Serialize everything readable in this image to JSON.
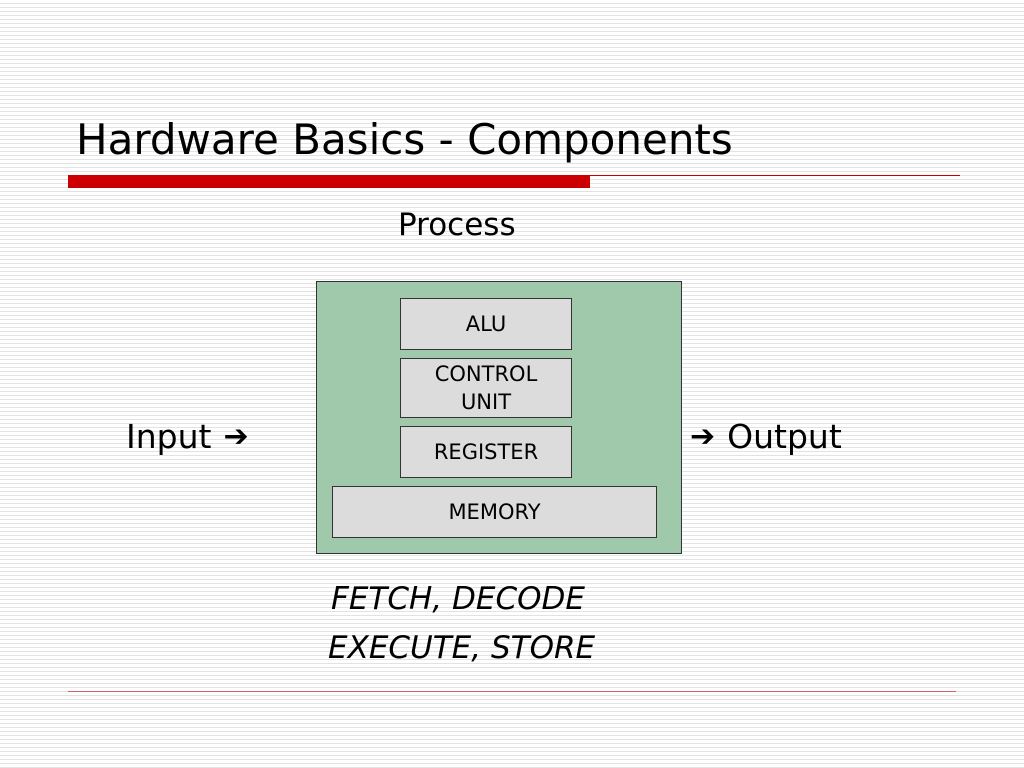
{
  "slide": {
    "title": "Hardware Basics - Components",
    "accent_color": "#cc0000"
  },
  "diagram": {
    "process_label": "Process",
    "input_label": "Input",
    "output_label": "Output",
    "arrow_icon": "arrow-right-icon",
    "cpu_box_color": "#a0c8aa",
    "component_color": "#dcdcdc",
    "components": {
      "alu": "ALU",
      "control_unit_line1": "CONTROL",
      "control_unit_line2": "UNIT",
      "register": "REGISTER",
      "memory": "MEMORY"
    },
    "cycle": {
      "line1": "FETCH, DECODE",
      "line2": "EXECUTE, STORE"
    }
  }
}
